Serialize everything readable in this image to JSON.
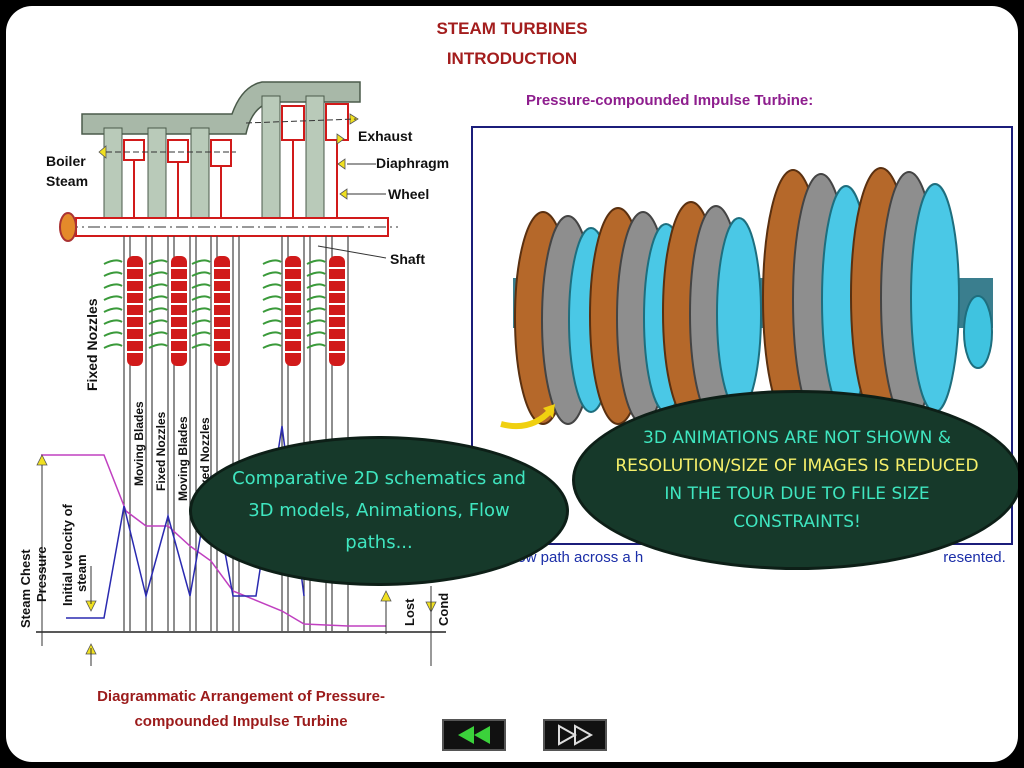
{
  "header": {
    "title": "STEAM TURBINES",
    "subtitle": "INTRODUCTION"
  },
  "diagram": {
    "labels": {
      "boiler": "Boiler",
      "steam": "Steam",
      "exhaust": "Exhaust",
      "diaphragm": "Diaphragm",
      "wheel": "Wheel",
      "shaft": "Shaft",
      "fixed_nozzles": "Fixed Nozzles",
      "moving_blades_1": "Moving Blades",
      "fixed_nozzles_2": "Fixed Nozzles",
      "moving_blades_2": "Moving Blades",
      "fixed_nozzles_3": "xed Nozzles",
      "steam_chest": "Steam Chest",
      "pressure": "Pressure",
      "initial_velocity": "Initial velocity of",
      "steam_word": "steam",
      "lost": "Lost",
      "cond": "Cond"
    },
    "caption_line1": "Diagrammatic Arrangement of Pressure-",
    "caption_line2": "compounded Impulse Turbine"
  },
  "panel": {
    "title": "Pressure-compounded Impulse Turbine:",
    "caption": "low path across a h",
    "caption_tail": "resented."
  },
  "callouts": {
    "left": "Comparative 2D schematics and 3D models, Animations, Flow paths...",
    "right_part1": "3D ANIMATIONS ARE NOT SHOWN & ",
    "right_highlight": "RESOLUTION/SIZE OF IMAGES IS REDUCED",
    "right_part2": " IN THE TOUR DUE TO FILE SIZE CONSTRAINTS!"
  },
  "nav": {
    "prev_icon": "rewind-icon",
    "next_icon": "fast-forward-icon"
  },
  "colors": {
    "title": "#a31d1d",
    "panel_title": "#8e1e8e",
    "blade_red": "#d11a1a",
    "callout_text": "#3fe6c0",
    "callout_highlight": "#f6f06a",
    "callout_bg": "#16392a"
  }
}
